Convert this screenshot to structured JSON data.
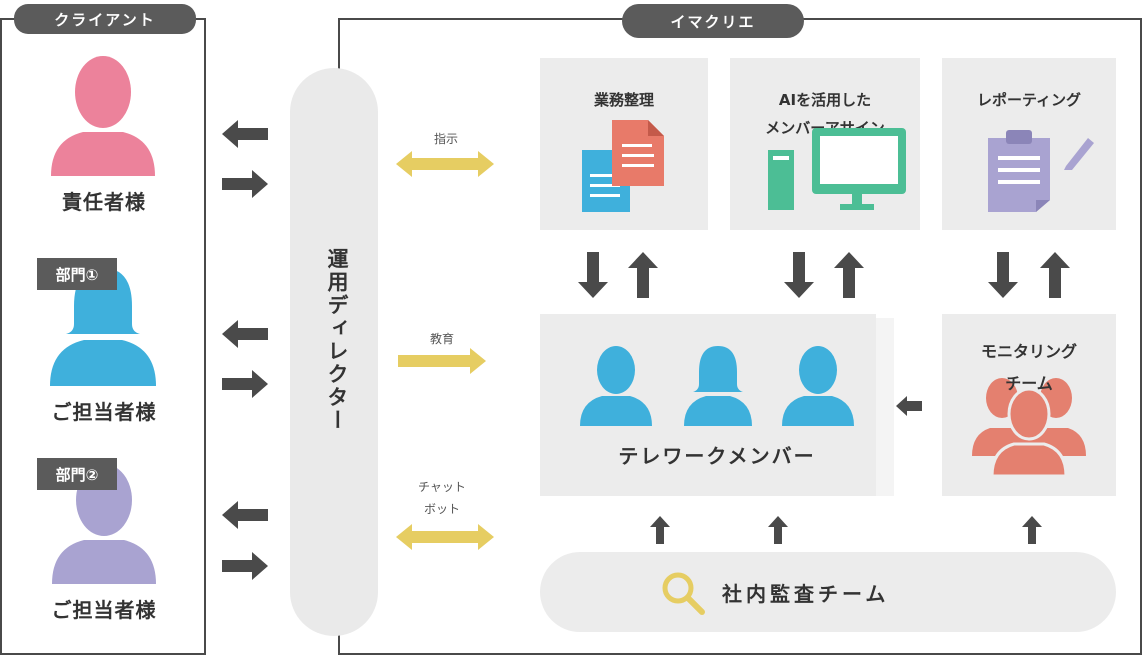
{
  "client": {
    "label": "クライアント",
    "responsible": "責任者様",
    "dept1_tag": "部門①",
    "dept1_person": "ご担当者様",
    "dept2_tag": "部門②",
    "dept2_person": "ご担当者様"
  },
  "imacrie": {
    "label": "イマクリエ",
    "director": "運用ディレクター",
    "instructions": "指示",
    "education": "教育",
    "chatbot_line1": "チャット",
    "chatbot_line2": "ボット",
    "tasks": {
      "work": "業務整理",
      "ai_line1": "AIを活用した",
      "ai_line2": "メンバーアサイン",
      "reporting": "レポーティング"
    },
    "telework": "テレワークメンバー",
    "monitoring_line1": "モニタリング",
    "monitoring_line2": "チーム",
    "audit": "社内監査チーム"
  },
  "colors": {
    "pink": "#ec829b",
    "blue": "#3fb0dc",
    "purple": "#a9a3d1",
    "arrow_yellow": "#e6cd62",
    "dark": "#4a4a4a",
    "doc_red": "#e87a69",
    "green": "#4cbe95",
    "salmon": "#e4806f"
  },
  "icons": [
    "person-icon",
    "document-icon",
    "computer-icon",
    "clipboard-icon",
    "pencil-icon",
    "group-icon",
    "search-icon"
  ]
}
